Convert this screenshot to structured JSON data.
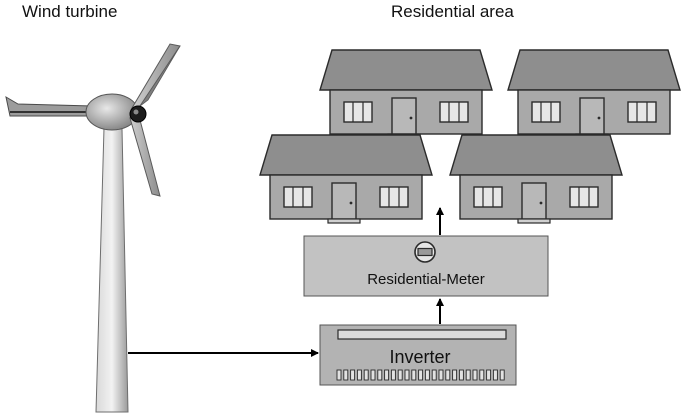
{
  "labels": {
    "wind_turbine": "Wind turbine",
    "residential_area": "Residential area",
    "meter": "Residential-Meter",
    "inverter": "Inverter"
  },
  "colors": {
    "wall": "#a9a9a9",
    "roof": "#8e8e8e",
    "box_fill": "#c2c2c2",
    "inverter_fill": "#b3b3b3",
    "outline": "#2b2b2b",
    "arrow": "#000000"
  },
  "icons": {
    "meter": "meter-dial-icon",
    "house": "house-icon"
  },
  "houses_count": 4
}
